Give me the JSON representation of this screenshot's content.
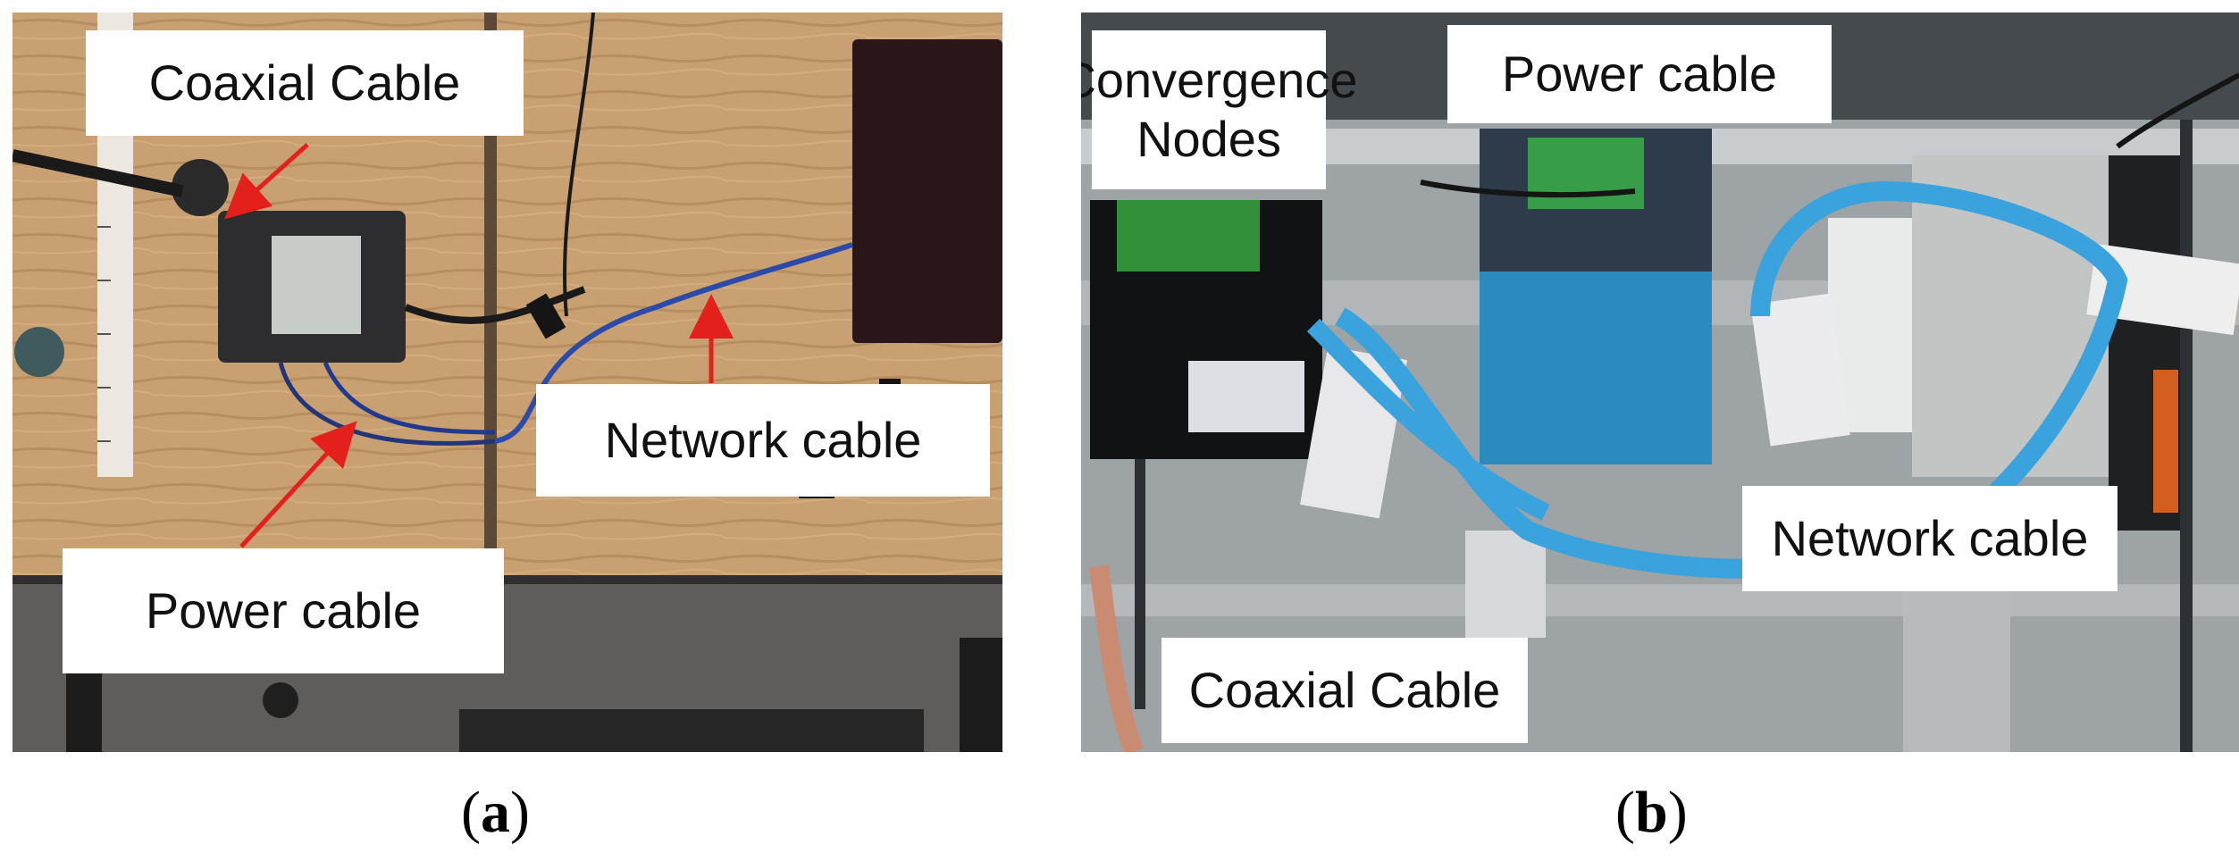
{
  "panel_a": {
    "labels": {
      "coaxial": "Coaxial Cable",
      "network": "Network cable",
      "power": "Power cable"
    },
    "caption_letter": "a"
  },
  "panel_b": {
    "labels": {
      "convergence_line1": "Convergence",
      "convergence_line2": "Nodes",
      "power": "Power cable",
      "network": "Network cable",
      "coaxial": "Coaxial Cable"
    },
    "caption_letter": "b"
  },
  "caption_parens": {
    "open": "(",
    "close": ")"
  },
  "colors": {
    "arrow": "#e3201b",
    "desk": "#c8a070",
    "cable_blue": "#3aa2dc"
  }
}
